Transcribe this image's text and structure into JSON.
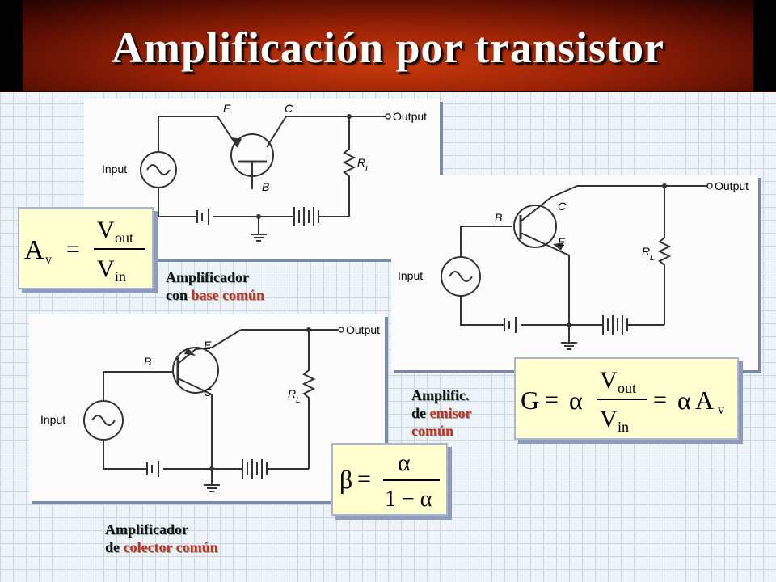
{
  "title": "Amplificación por transistor",
  "circuits": {
    "base": {
      "terminal_e": "E",
      "terminal_c": "C",
      "terminal_b": "B",
      "input": "Input",
      "output": "Output",
      "resistor": "R",
      "resistor_sub": "L"
    },
    "emitter": {
      "terminal_b": "B",
      "terminal_c": "C",
      "terminal_e": "E",
      "input": "Input",
      "output": "Output",
      "resistor": "R",
      "resistor_sub": "L"
    },
    "collector": {
      "terminal_b": "B",
      "terminal_e": "E",
      "terminal_c": "C",
      "input": "Input",
      "output": "Output",
      "resistor": "R",
      "resistor_sub": "L"
    }
  },
  "labels": {
    "base_line1": "Amplificador",
    "base_prefix": "con",
    "base_red": "base común",
    "emitter_line1": "Amplific.",
    "emitter_prefix": "de",
    "emitter_red": "emisor",
    "emitter_line3": "común",
    "collector_line1": "Amplificador",
    "collector_prefix": "de",
    "collector_red": "colector común"
  },
  "formulas": {
    "av": {
      "lhs": "A",
      "lhs_sub": "v",
      "eq": "=",
      "num": "V",
      "num_sub": "out",
      "den": "V",
      "den_sub": "in"
    },
    "g": {
      "lhs": "G",
      "eq1": "=",
      "alpha1": "α",
      "num": "V",
      "num_sub": "out",
      "den": "V",
      "den_sub": "in",
      "eq2": "=",
      "alpha2": "α",
      "A": "A",
      "A_sub": "v"
    },
    "beta": {
      "lhs": "β",
      "eq": "=",
      "num": "α",
      "den": "1 − α"
    }
  },
  "colors": {
    "accent_red": "#c8301a",
    "title_red": "#9a2206",
    "formula_bg": "#ffffd0"
  }
}
